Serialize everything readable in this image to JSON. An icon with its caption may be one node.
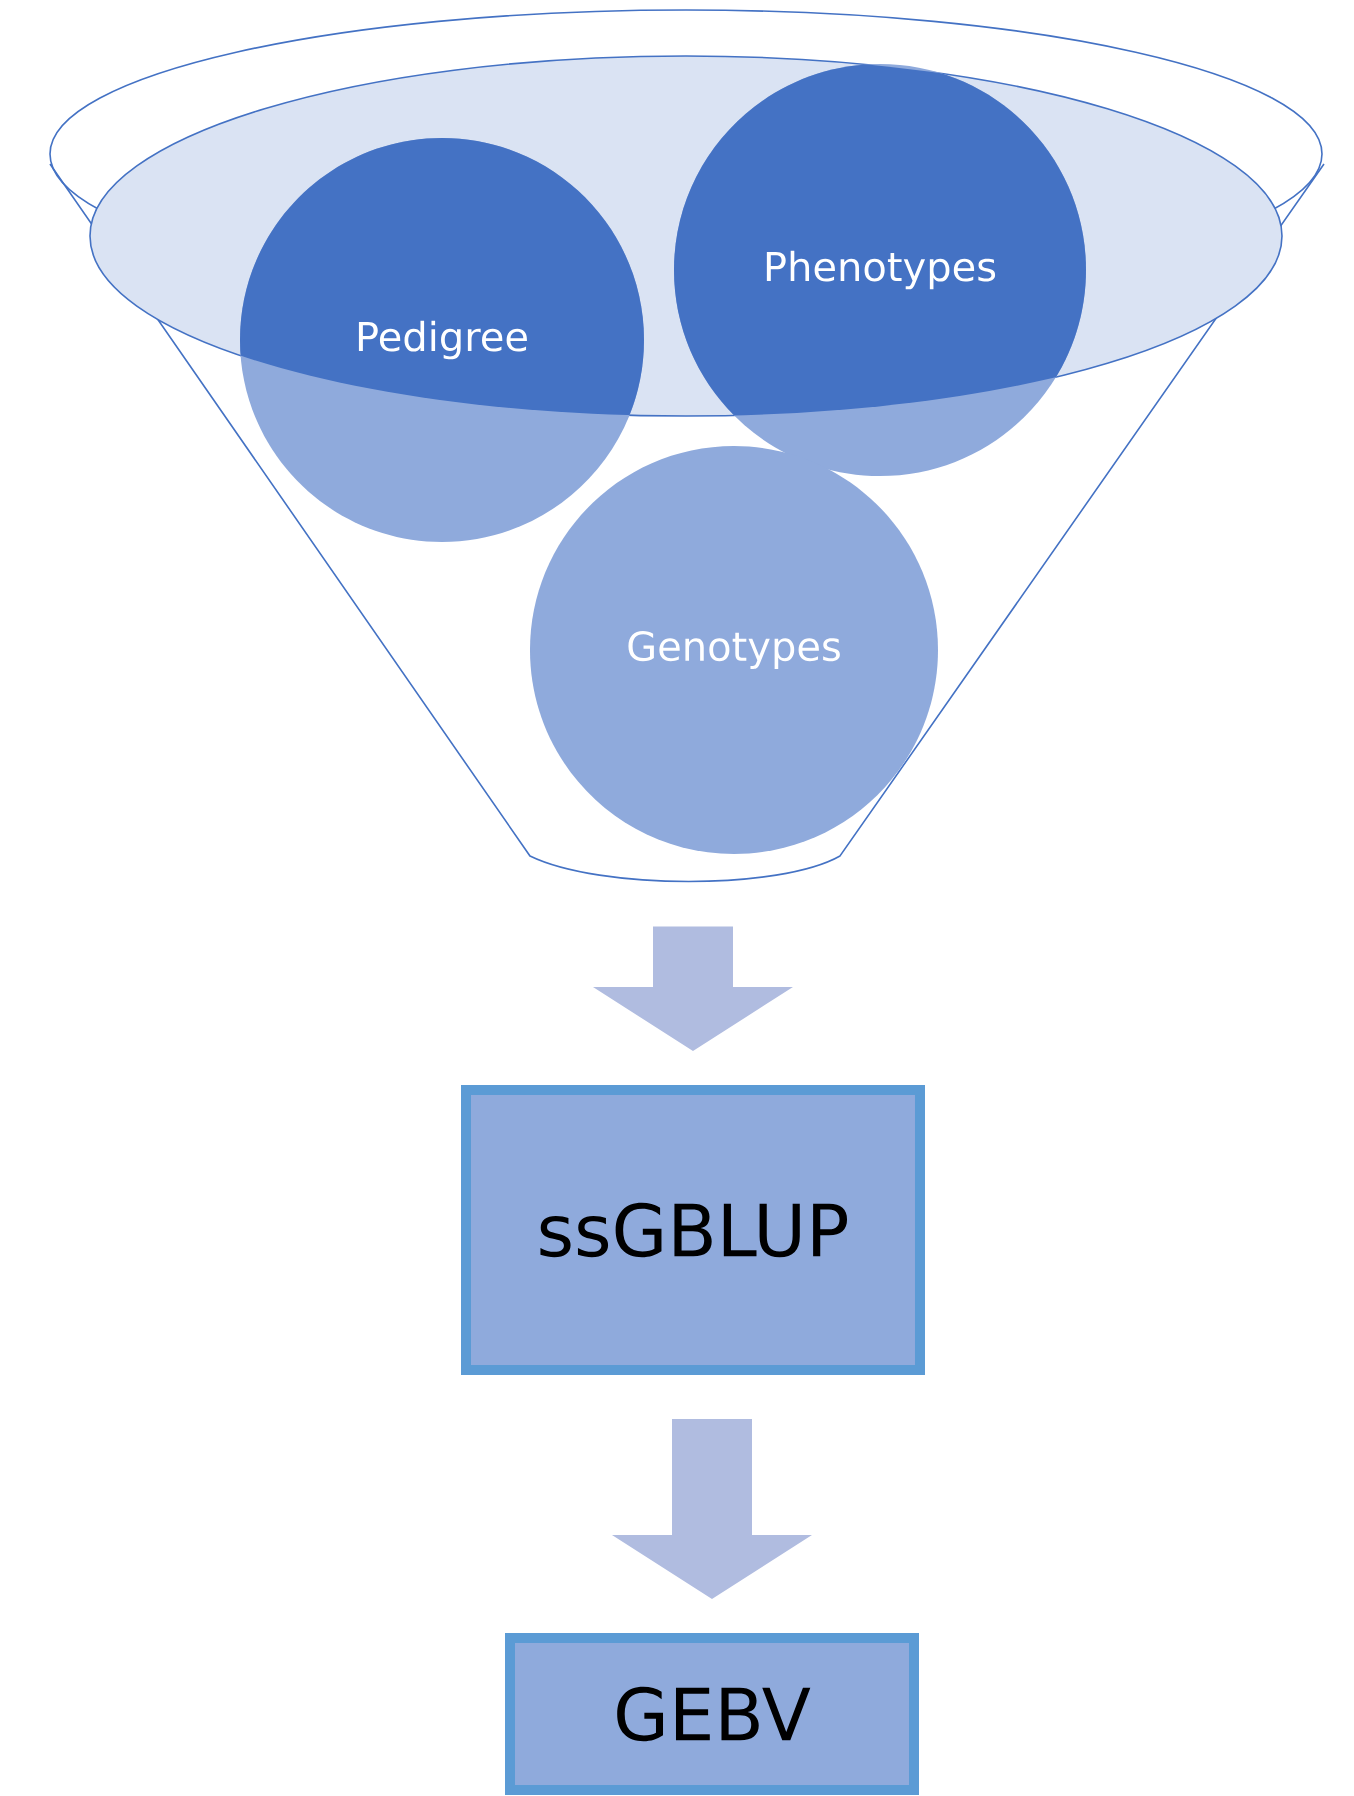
{
  "diagram": {
    "nodes": [
      {
        "text": [],
        "shape": "funnel"
      },
      {
        "text": [
          "Pedigree"
        ],
        "in": 0
      },
      {
        "text": [
          "Phenotypes"
        ],
        "in": 0
      },
      {
        "text": [
          "Genotypes"
        ],
        "in": 0
      },
      {
        "text": [
          "ssGBLUP"
        ]
      },
      {
        "text": [
          "GEBV"
        ]
      }
    ],
    "edges": [
      {
        "from": 0,
        "to": 4,
        "arrow": "to",
        "style": "thick"
      },
      {
        "from": 4,
        "to": 5,
        "arrow": "to",
        "style": "thick"
      }
    ]
  }
}
